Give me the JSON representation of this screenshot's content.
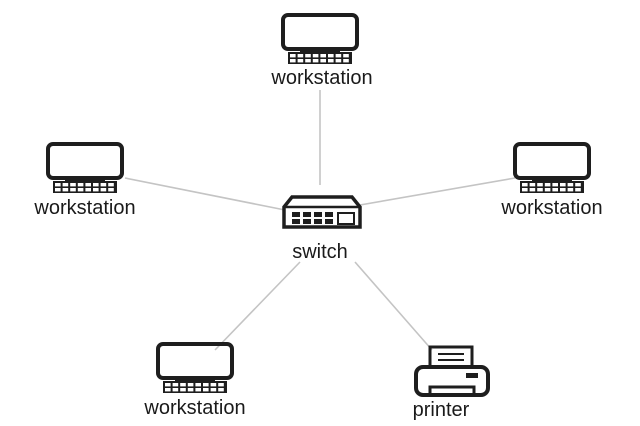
{
  "diagram": {
    "title": "",
    "line_color": "#c4c4c4",
    "icon_color": "#1e1e1e",
    "nodes": [
      {
        "id": "ws-top",
        "type": "workstation",
        "icon": "workstation-icon",
        "label": "workstation"
      },
      {
        "id": "ws-left",
        "type": "workstation",
        "icon": "workstation-icon",
        "label": "workstation"
      },
      {
        "id": "switch",
        "type": "switch",
        "icon": "switch-icon",
        "label": "switch"
      },
      {
        "id": "ws-right",
        "type": "workstation",
        "icon": "workstation-icon",
        "label": "workstation"
      },
      {
        "id": "ws-bottom-left",
        "type": "workstation",
        "icon": "workstation-icon",
        "label": "workstation"
      },
      {
        "id": "printer",
        "type": "printer",
        "icon": "printer-icon",
        "label": "printer"
      }
    ],
    "links": [
      {
        "from": "switch",
        "to": "ws-top"
      },
      {
        "from": "switch",
        "to": "ws-left"
      },
      {
        "from": "switch",
        "to": "ws-right"
      },
      {
        "from": "switch",
        "to": "ws-bottom-left"
      },
      {
        "from": "switch",
        "to": "printer"
      }
    ]
  }
}
